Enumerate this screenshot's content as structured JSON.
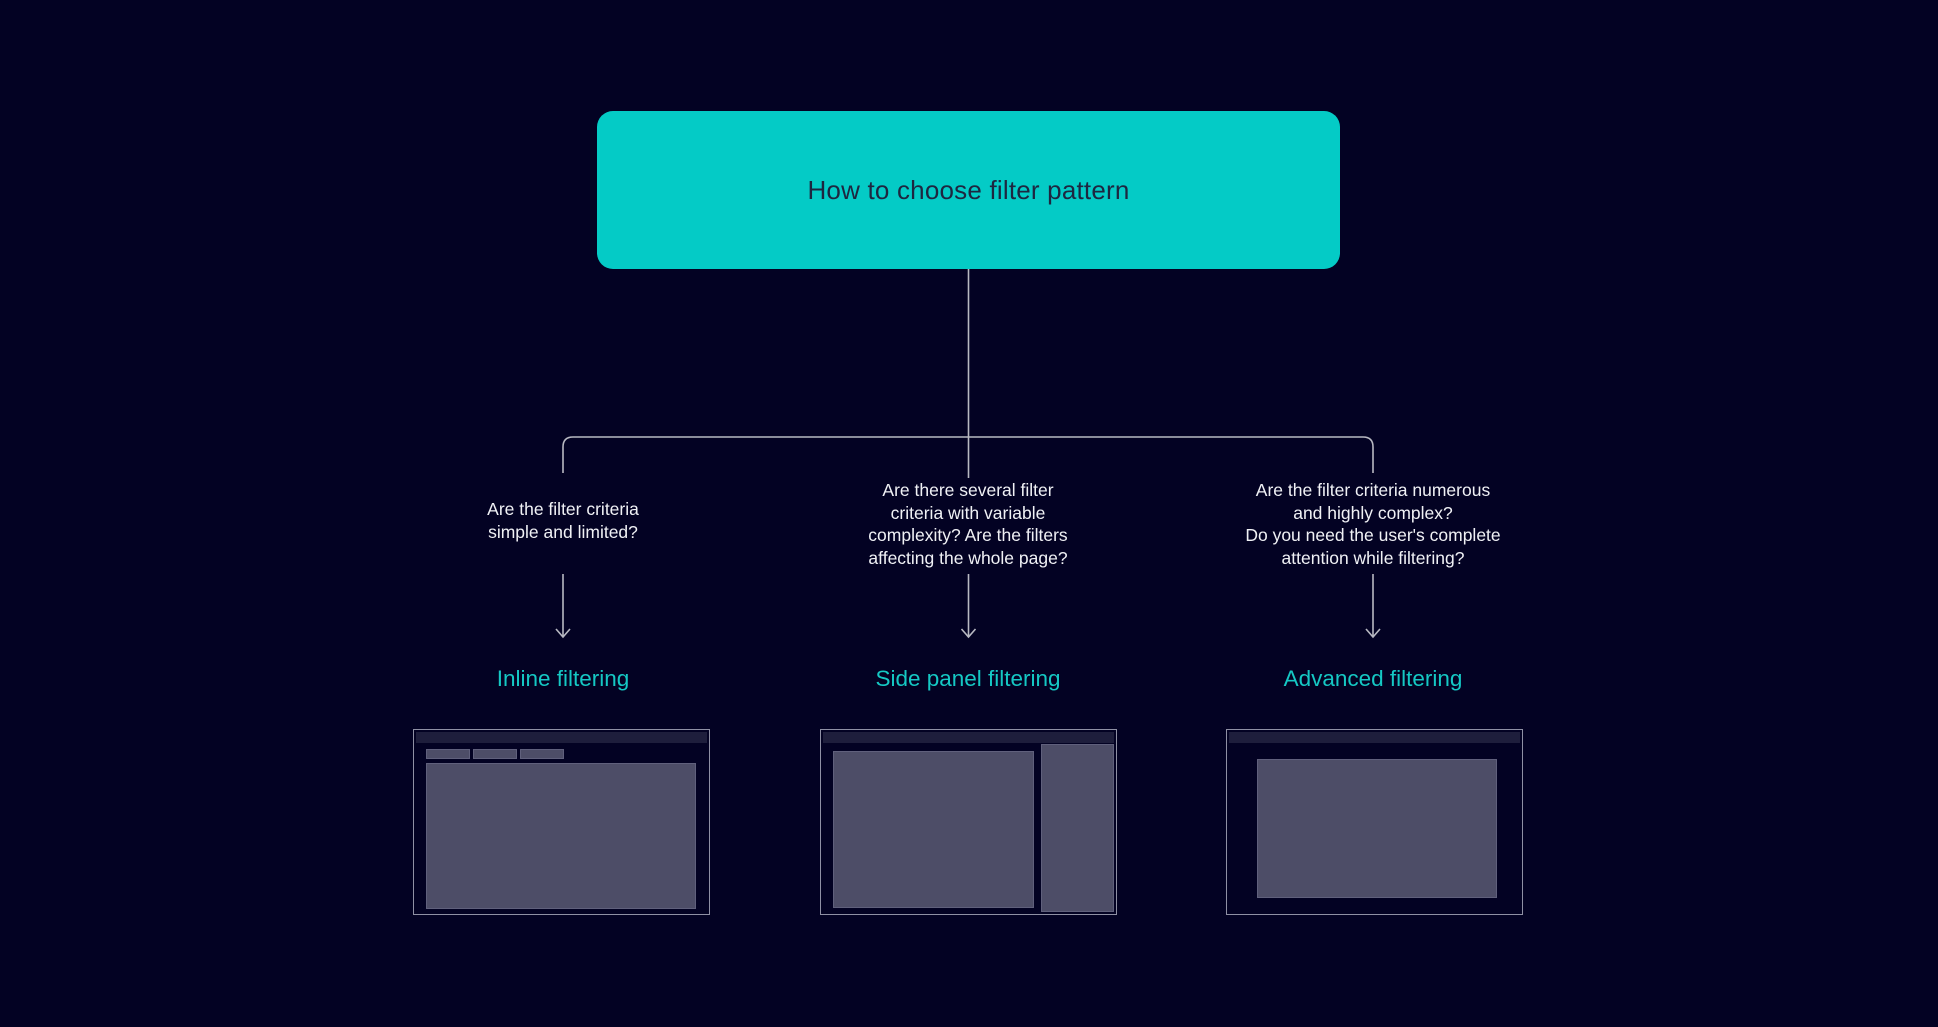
{
  "root": {
    "title": "How to choose filter pattern"
  },
  "branches": [
    {
      "id": "inline-filtering",
      "question_lines": [
        "Are the filter criteria",
        "simple and limited?"
      ],
      "label": "Inline filtering",
      "thumbnail_icon": "inline-filter-wireframe"
    },
    {
      "id": "side-panel-filtering",
      "question_lines": [
        "Are there several filter",
        "criteria with variable",
        "complexity? Are the filters",
        "affecting the whole page?"
      ],
      "label": "Side panel filtering",
      "thumbnail_icon": "side-panel-filter-wireframe"
    },
    {
      "id": "advanced-filtering",
      "question_lines": [
        "Are the filter criteria numerous",
        "and highly complex?",
        "Do you need the user's complete",
        "attention while filtering?"
      ],
      "label": "Advanced filtering",
      "thumbnail_icon": "modal-filter-wireframe"
    }
  ],
  "colors": {
    "background": "#030223",
    "accent": "#04CBC6",
    "accent_text": "#1E2640",
    "text_light": "#F0F1F5",
    "line": "#B8B9C2",
    "label_teal": "#15C8C4",
    "frame_border": "#8F90A4",
    "topbar_fill": "#1E1E3C",
    "wireframe_fill": "#4D4D67",
    "wireframe_stroke": "#60607C"
  }
}
